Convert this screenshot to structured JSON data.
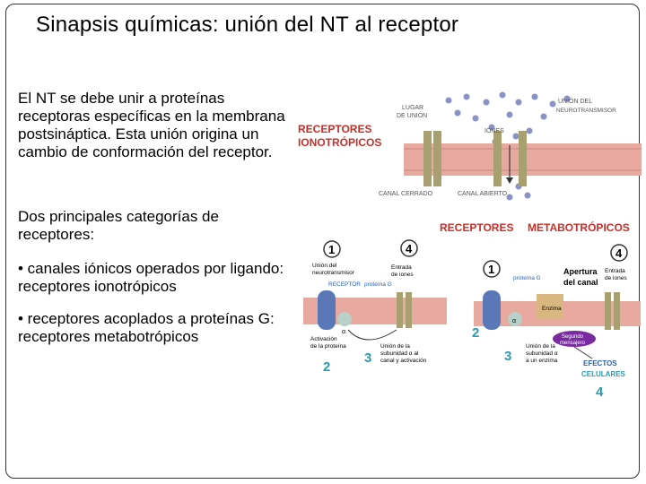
{
  "title": "Sinapsis químicas: unión del NT al receptor",
  "paragraphs": {
    "p1": "El NT se debe unir a proteínas receptoras específicas en la membrana postsináptica. Esta unión origina un cambio de conformación del receptor.",
    "p2": "Dos principales categorías de receptores:",
    "p3_bullet": "• canales iónicos operados por ligando",
    "p3_rest": ": receptores ionotrópicos",
    "p4_bullet": "• receptores acoplados a proteínas G",
    "p4_rest": ": receptores metabotrópicos"
  },
  "figure_top": {
    "title_line1": "RECEPTORES",
    "title_line2": "IONOTRÓPICOS",
    "lugar_line1": "LUGAR",
    "lugar_line2": "DE UNIÓN",
    "union_line1": "UNIÓN DEL",
    "union_line2": "NEUROTRANSMISOR",
    "iones": "IONES",
    "closed": "CANAL CERRADO",
    "open": "CANAL ABIERTO"
  },
  "figure_bottom": {
    "title_a": "RECEPTORES",
    "title_b": "METABOTRÓPICOS",
    "left": {
      "n1": "1",
      "n2": "2",
      "n3": "3",
      "n4": "4",
      "union_nt_1": "Unión del",
      "union_nt_2": "neurotransmisor",
      "entrada_1": "Entrada",
      "entrada_2": "de iones",
      "receptor": "RECEPTOR",
      "proteina_g": "proteína G",
      "alpha": "α",
      "activacion_1": "Activación",
      "activacion_2": "de la proteína",
      "union_sub_1": "Unión de la",
      "union_sub_2": "subunidad α al",
      "union_sub_3": "canal y activación"
    },
    "right": {
      "n1": "1",
      "n2": "2",
      "n3": "3",
      "n4a": "4",
      "n4b": "4",
      "proteina_g": "proteína G",
      "apertura_1": "Apertura",
      "apertura_2": "del canal",
      "entrada_1": "Entrada",
      "entrada_2": "de iones",
      "enzima": "Enzima",
      "alpha": "α",
      "segundo_1": "Segundo",
      "segundo_2": "mensajero",
      "union_sub_1": "Unión de la",
      "union_sub_2": "subunidad α",
      "union_sub_3": "a un enzima",
      "efectos_1": "EFECTOS",
      "efectos_2": "CELULARES"
    }
  },
  "colors": {
    "membrane": "#e8a9a0",
    "receptor_blue": "#5a78b8",
    "channel": "#a8a070",
    "nt_dot": "#8a92c8",
    "red_label": "#c8302a",
    "number_teal": "#2a9ab0"
  }
}
